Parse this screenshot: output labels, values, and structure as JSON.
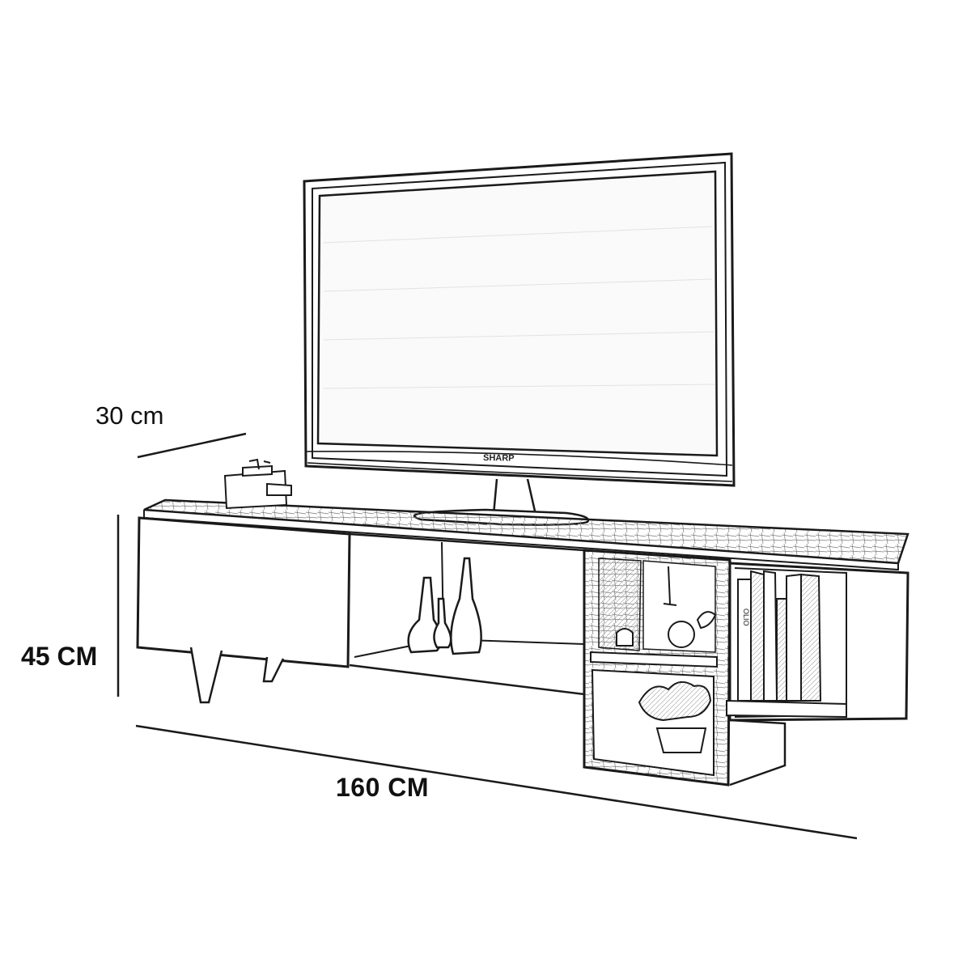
{
  "dimensions": {
    "depth_label": "30 cm",
    "height_label": "45 CM",
    "width_label": "160 CM"
  },
  "television": {
    "brand": "SHARP"
  },
  "books": {
    "spine_texts": [
      "OLIO"
    ]
  },
  "colors": {
    "line": "#1a1a1a",
    "background": "#ffffff",
    "shade": "#8a8a8a"
  }
}
